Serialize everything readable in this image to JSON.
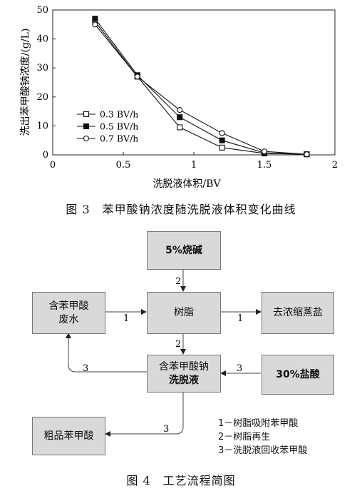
{
  "chart_data": {
    "type": "line",
    "title": "",
    "xlabel": "洗脱液体积/BV",
    "ylabel": "洗出苯甲酸钠浓度/(g/L)",
    "xlim": [
      0,
      2
    ],
    "ylim": [
      0,
      50
    ],
    "x_ticks": [
      "0",
      "0.5",
      "1",
      "1.5",
      "2"
    ],
    "y_ticks": [
      "0",
      "10",
      "20",
      "30",
      "40",
      "50"
    ],
    "grid": false,
    "legend_position": "left-middle",
    "series": [
      {
        "name": "0.3 BV/h",
        "marker": "open-square",
        "x": [
          0.3,
          0.6,
          0.9,
          1.2,
          1.5,
          1.8
        ],
        "y": [
          46,
          27,
          9.5,
          2.5,
          0.5,
          0.2
        ]
      },
      {
        "name": "0.5 BV/h",
        "marker": "filled-square",
        "x": [
          0.3,
          0.6,
          0.9,
          1.2,
          1.5,
          1.8
        ],
        "y": [
          47,
          27.5,
          13,
          5,
          0.7,
          0.2
        ]
      },
      {
        "name": "0.7 BV/h",
        "marker": "open-circle",
        "x": [
          0.3,
          0.6,
          0.9,
          1.2,
          1.5,
          1.8
        ],
        "y": [
          45,
          27,
          15.5,
          7.5,
          1.2,
          0.2
        ]
      }
    ]
  },
  "figure3_caption": "图 3　苯甲酸钠浓度随洗脱液体积变化曲线",
  "figure4_caption": "图 4　工艺流程简图",
  "flow": {
    "box_caustic": "5%烧碱",
    "box_resin": "树脂",
    "box_wastewater_l1": "含苯甲酸",
    "box_wastewater_l2": "废水",
    "box_evap": "去浓缩蒸盐",
    "box_eluate_l1": "含苯甲酸钠",
    "box_eluate_l2": "洗脱液",
    "box_hcl": "30%盐酸",
    "box_crude": "粗品苯甲酸",
    "arrow_labels": {
      "caustic_to_resin": "2",
      "wastewater_to_resin": "1",
      "resin_to_evap": "1",
      "resin_to_eluate": "2",
      "eluate_to_wastewater": "3",
      "hcl_to_eluate": "3",
      "eluate_to_crude": "3"
    },
    "legend": [
      "1－树脂吸附苯甲酸",
      "2－树脂再生",
      "3－洗脱液回收苯甲酸"
    ]
  }
}
